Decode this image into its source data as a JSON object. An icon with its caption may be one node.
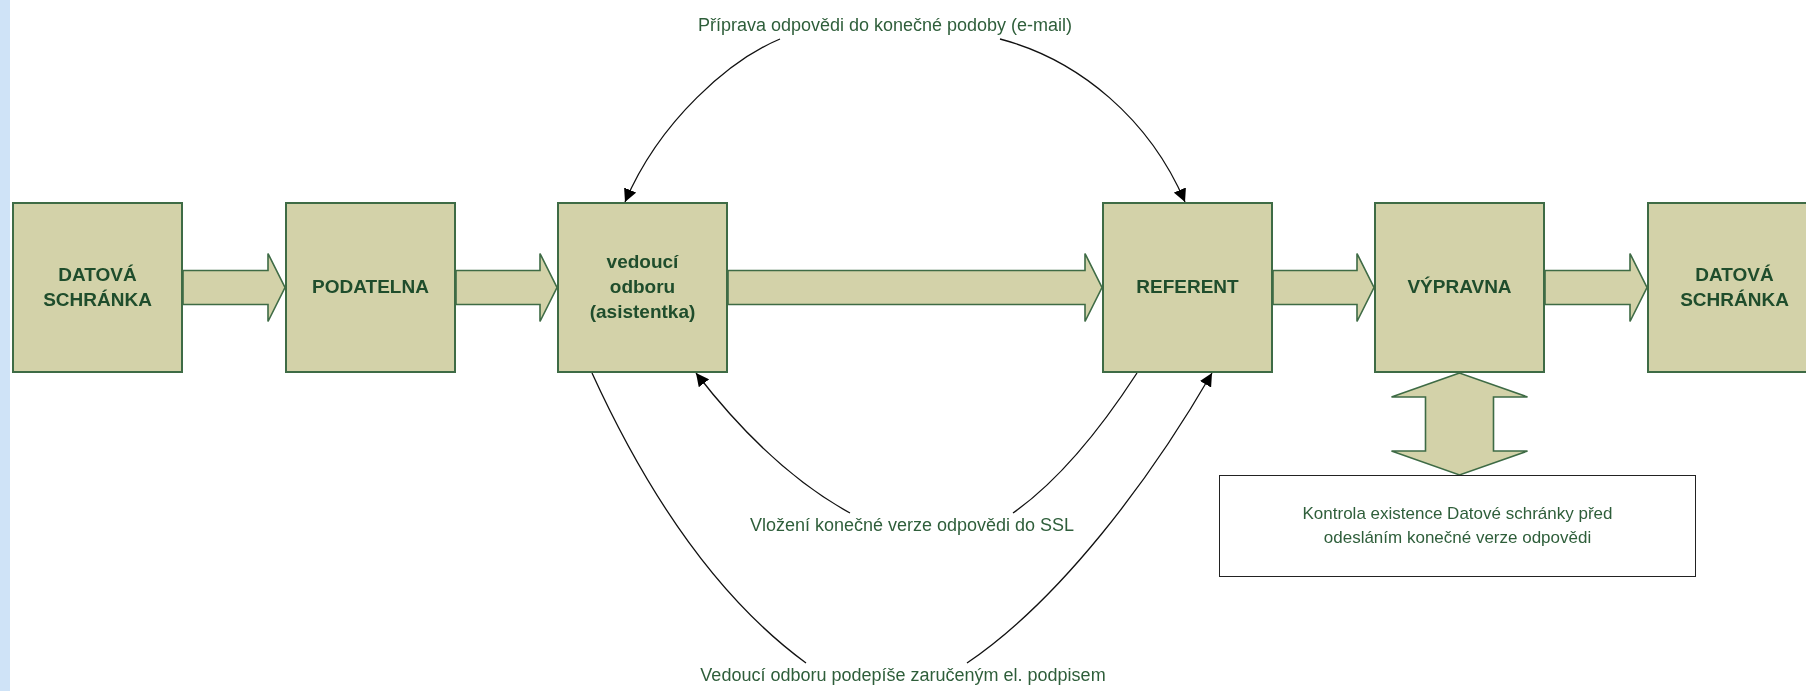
{
  "diagram": {
    "nodes": [
      {
        "text": [
          "DATOVÁ SCHRÁNKA"
        ]
      },
      {
        "text": [
          "PODATELNA"
        ]
      },
      {
        "text": [
          "vedoucí odboru (asistentka)"
        ]
      },
      {
        "text": [
          "REFERENT"
        ]
      },
      {
        "text": [
          "VÝPRAVNA"
        ]
      },
      {
        "text": [
          "DATOVÁ SCHRÁNKA"
        ]
      },
      {
        "text": [
          "Kontrola existence Datové schránky před odesláním konečné verze odpovědi"
        ]
      },
      {
        "text": [
          "Příprava odpovědi do konečné podoby (e-mail)"
        ]
      },
      {
        "text": [
          "Vložení konečné verze odpovědi do SSL"
        ]
      },
      {
        "text": [
          "Vedoucí odboru podepíše zaručeným el. podpisem"
        ]
      }
    ],
    "edges": [
      {
        "from": 0,
        "to": 1,
        "arrow": "to",
        "style": "thick"
      },
      {
        "from": 1,
        "to": 2,
        "arrow": "to",
        "style": "thick"
      },
      {
        "from": 2,
        "to": 3,
        "arrow": "to",
        "style": "thick"
      },
      {
        "from": 3,
        "to": 4,
        "arrow": "to",
        "style": "thick"
      },
      {
        "from": 4,
        "to": 5,
        "arrow": "to",
        "style": "thick"
      },
      {
        "from": 4,
        "to": 6,
        "arrow": "both",
        "style": "thick"
      },
      {
        "from": 7,
        "to": 2,
        "arrow": "to"
      },
      {
        "from": 7,
        "to": 3,
        "arrow": "to"
      },
      {
        "from": 3,
        "to": 8,
        "arrow": "none"
      },
      {
        "from": 8,
        "to": 2,
        "arrow": "to"
      },
      {
        "from": 2,
        "to": 9,
        "arrow": "none"
      },
      {
        "from": 9,
        "to": 3,
        "arrow": "to"
      }
    ]
  }
}
